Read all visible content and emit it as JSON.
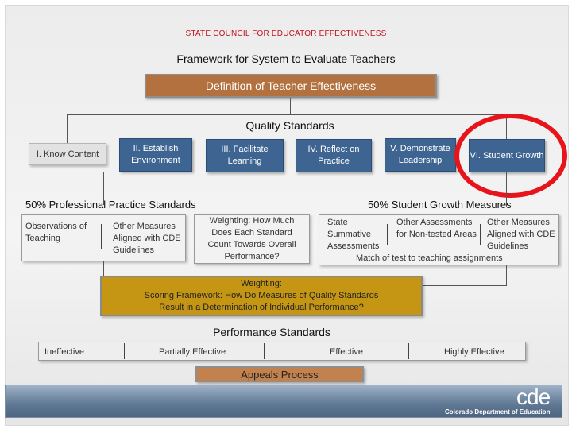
{
  "header": {
    "council": "STATE COUNCIL FOR EDUCATOR EFFECTIVENESS",
    "title": "Framework for System to Evaluate Teachers"
  },
  "definition_box": "Definition of Teacher Effectiveness",
  "quality_standards_label": "Quality Standards",
  "standards": [
    "I. Know Content",
    "II. Establish Environment",
    "III. Facilitate Learning",
    "IV. Reflect on Practice",
    "V. Demonstrate Leadership",
    "VI. Student Growth"
  ],
  "professional_practice": {
    "label": "50% Professional Practice Standards",
    "col1": "Observations of Teaching",
    "col2": "Other Measures Aligned with CDE Guidelines"
  },
  "weighting_box": "Weighting: How Much Does Each Standard Count Towards Overall Performance?",
  "student_growth": {
    "label": "50% Student Growth Measures",
    "col1": "State Summative Assessments",
    "col2": "Other Assessments for Non-tested Areas",
    "col3": "Other Measures Aligned with CDE Guidelines",
    "footer": "Match of test to teaching assignments"
  },
  "scoring_box": {
    "line1": "Weighting:",
    "line2": "Scoring Framework: How Do Measures of Quality Standards",
    "line3": "Result in a Determination of Individual Performance?"
  },
  "performance_standards": {
    "label": "Performance Standards",
    "levels": [
      "Ineffective",
      "Partially Effective",
      "Effective",
      "Highly Effective"
    ]
  },
  "appeals_box": "Appeals Process",
  "logo": {
    "text": "cde",
    "subtitle": "Colorado Department of Education"
  },
  "colors": {
    "standard_blue": "#3e6592",
    "definition_brown": "#b2713f",
    "scoring_gold": "#c59614",
    "highlight_red": "#e8141b",
    "council_red": "#c0121b"
  }
}
